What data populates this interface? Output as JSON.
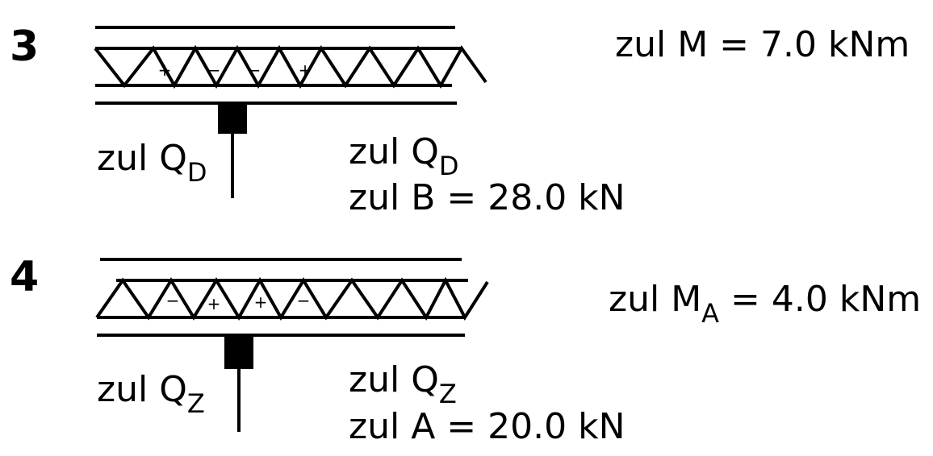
{
  "cases": [
    {
      "number": "3",
      "truss_signs": [
        "+",
        "−",
        "−",
        "+"
      ],
      "left_load": {
        "text": "zul Q",
        "subscript": "D"
      },
      "right_load": {
        "text": "zul Q",
        "subscript": "D"
      },
      "reaction": "zul B = 28.0 kN",
      "moment": {
        "text": "zul M = 7.0 kNm",
        "subscript": "",
        "suffix": ""
      }
    },
    {
      "number": "4",
      "truss_signs": [
        "−",
        "+",
        "+",
        "−"
      ],
      "left_load": {
        "text": "zul Q",
        "subscript": "Z"
      },
      "right_load": {
        "text": "zul Q",
        "subscript": "Z"
      },
      "reaction": "zul A = 20.0 kN",
      "moment": {
        "text": "zul M",
        "subscript": "A",
        "suffix": " = 4.0 kNm"
      }
    }
  ],
  "colors": {
    "line": "#000000",
    "background": "#ffffff"
  }
}
